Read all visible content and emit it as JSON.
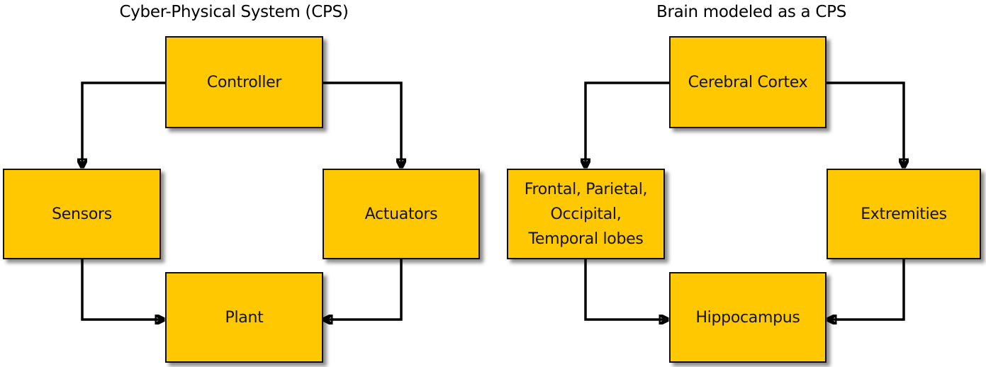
{
  "left_diagram": {
    "title": "Cyber-Physical System (CPS)",
    "nodes": {
      "controller": "Controller",
      "sensors": "Sensors",
      "actuators": "Actuators",
      "plant": "Plant"
    }
  },
  "right_diagram": {
    "title": "Brain modeled as a CPS",
    "nodes": {
      "cortex": "Cerebral Cortex",
      "lobes": "Frontal, Parietal, Occipital, Temporal lobes",
      "lobes_lines": [
        "Frontal, Parietal,",
        "Occipital,",
        "Temporal lobes"
      ],
      "extremities": "Extremities",
      "hippocampus": "Hippocampus"
    }
  },
  "colors": {
    "box_fill": "#ffc800",
    "box_border": "#111111",
    "connector": "#000000"
  }
}
